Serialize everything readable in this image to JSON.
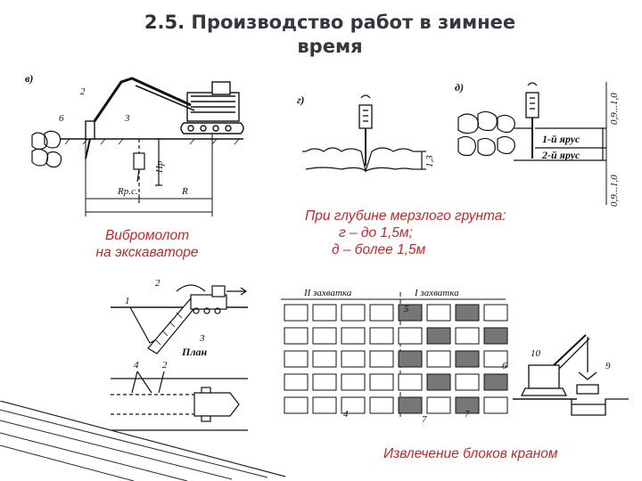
{
  "slide": {
    "title_num": "2.5.",
    "title_line1": "Производство работ в зимнее",
    "title_line2": "время"
  },
  "captions": {
    "vibro_line1": "Вибромолот",
    "vibro_line2": "на экскаваторе",
    "depth_line1": "При глубине мерзлого грунта:",
    "depth_line2": "г – до 1,5м;",
    "depth_line3": "д – более 1,5м",
    "crane": "Извлечение блоков краном"
  },
  "fig_v": {
    "letter": "в)",
    "label_2": "2",
    "label_6": "6",
    "label_3": "3",
    "label_hp": "Hр",
    "label_rpc": "Rр.с.",
    "label_r": "R"
  },
  "fig_g": {
    "letter": "г)",
    "dim": "1,3"
  },
  "fig_d": {
    "letter": "д)",
    "tier1": "1-й ярус",
    "tier2": "2-й ярус",
    "dim_top": "0,9...1,0",
    "dim_bottom": "0,9...1,0"
  },
  "fig_trench": {
    "label_1": "1",
    "label_2": "2",
    "label_3": "3",
    "plan": "План",
    "label_4": "4",
    "label_2b": "2"
  },
  "fig_grid": {
    "zone2": "II захватка",
    "zone1": "I захватка",
    "label_5": "5",
    "label_6": "6",
    "label_4": "4",
    "label_7a": "7",
    "label_7b": "7"
  },
  "fig_crane": {
    "label_10": "10",
    "label_9": "9"
  },
  "colors": {
    "title": "#3a3340",
    "caption": "#c0282a",
    "ink": "#111111"
  }
}
